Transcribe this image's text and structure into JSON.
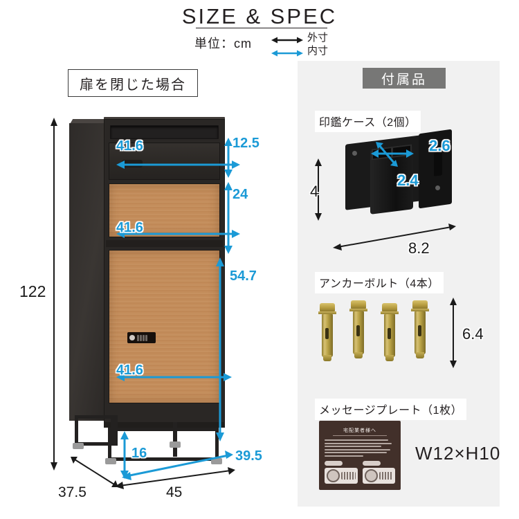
{
  "header": {
    "title": "SIZE & SPEC",
    "unit_label": "単位：cm",
    "legend": [
      {
        "id": "outer",
        "label": "外寸",
        "color": "#1a1a1a"
      },
      {
        "id": "inner",
        "label": "内寸",
        "color": "#1b9ad6"
      }
    ]
  },
  "left_panel": {
    "title": "扉を閉じた場合",
    "dimensions": {
      "total_height": "122",
      "mail_slot_height": "12.5",
      "upper_door_height": "24",
      "lower_door_height": "54.7",
      "inner_width_top": "41.6",
      "inner_width_mid": "41.6",
      "inner_width_bottom": "41.6",
      "leg_height": "16",
      "inner_depth": "39.5",
      "outer_depth": "37.5",
      "outer_width": "45"
    }
  },
  "right_panel": {
    "banner": "付属品",
    "sections": [
      {
        "id": "seal-case",
        "label": "印鑑ケース（2個）",
        "dimensions": {
          "inner_width": "2.6",
          "inner_depth": "2.4",
          "outer_height": "4",
          "outer_width": "8.2"
        }
      },
      {
        "id": "anchor-bolt",
        "label": "アンカーボルト（4本）",
        "dimensions": {
          "length": "6.4"
        },
        "count": 4
      },
      {
        "id": "message-plate",
        "label": "メッセージプレート（1枚）",
        "size_text": "W12×H10",
        "plate": {
          "title": "宅配業者様へ",
          "body_lines": 6,
          "cards": 2
        }
      }
    ]
  },
  "colors": {
    "inner_blue": "#1b9ad6",
    "outer_black": "#1a1a1a",
    "panel_bg": "#f1f1f1",
    "banner_gray": "#777776",
    "cabinet_dark": "#2a2725",
    "wood": "#c08a57",
    "plate_brown": "#42302a"
  }
}
